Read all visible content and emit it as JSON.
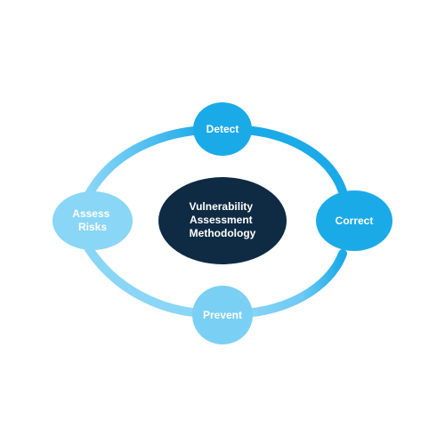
{
  "diagram": {
    "center": {
      "label_lines": [
        "Vulnerability",
        "Assessment",
        "Methodology"
      ],
      "fill": "#0f2b43",
      "text_color": "#ffffff"
    },
    "nodes": [
      {
        "id": "detect",
        "label_lines": [
          "Detect"
        ],
        "fill": "#1aaae8",
        "text_color": "#ffffff"
      },
      {
        "id": "correct",
        "label_lines": [
          "Correct"
        ],
        "fill": "#1aaae8",
        "text_color": "#ffffff"
      },
      {
        "id": "prevent",
        "label_lines": [
          "Prevent"
        ],
        "fill": "#7ad0f4",
        "text_color": "#ffffff"
      },
      {
        "id": "assess-risks",
        "label_lines": [
          "Assess",
          "Risks"
        ],
        "fill": "#8ad6f6",
        "text_color": "#ffffff"
      }
    ],
    "ring": {
      "dark_color": "#1aaae8",
      "light_color": "#8ad6f6"
    }
  }
}
